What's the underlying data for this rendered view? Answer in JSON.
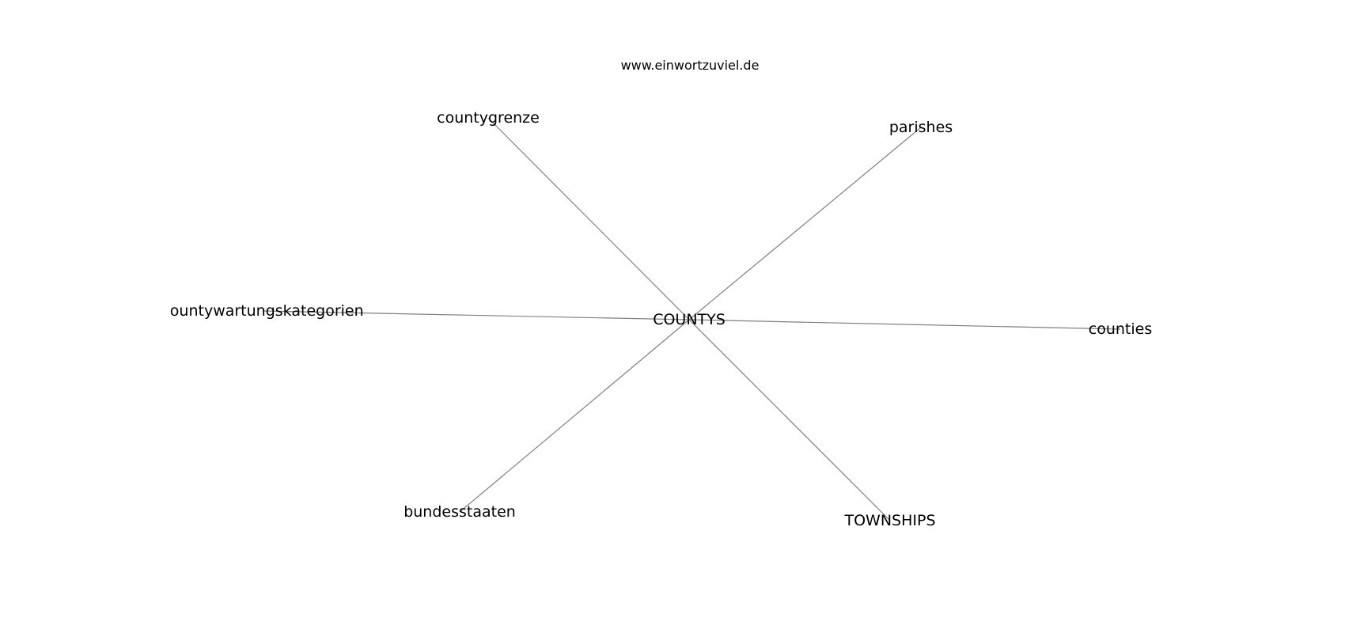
{
  "site_label": "www.einwortzuviel.de",
  "graph": {
    "center": "COUNTYS",
    "nodes": [
      "countygrenze",
      "parishes",
      "countywartungskategorien",
      "counties",
      "bundesstaaten",
      "TOWNSHIPS"
    ],
    "edges": [
      [
        "COUNTYS",
        "countygrenze"
      ],
      [
        "COUNTYS",
        "parishes"
      ],
      [
        "COUNTYS",
        "countywartungskategorien"
      ],
      [
        "COUNTYS",
        "counties"
      ],
      [
        "COUNTYS",
        "bundesstaaten"
      ],
      [
        "COUNTYS",
        "TOWNSHIPS"
      ]
    ],
    "edge_color": "#808080"
  }
}
